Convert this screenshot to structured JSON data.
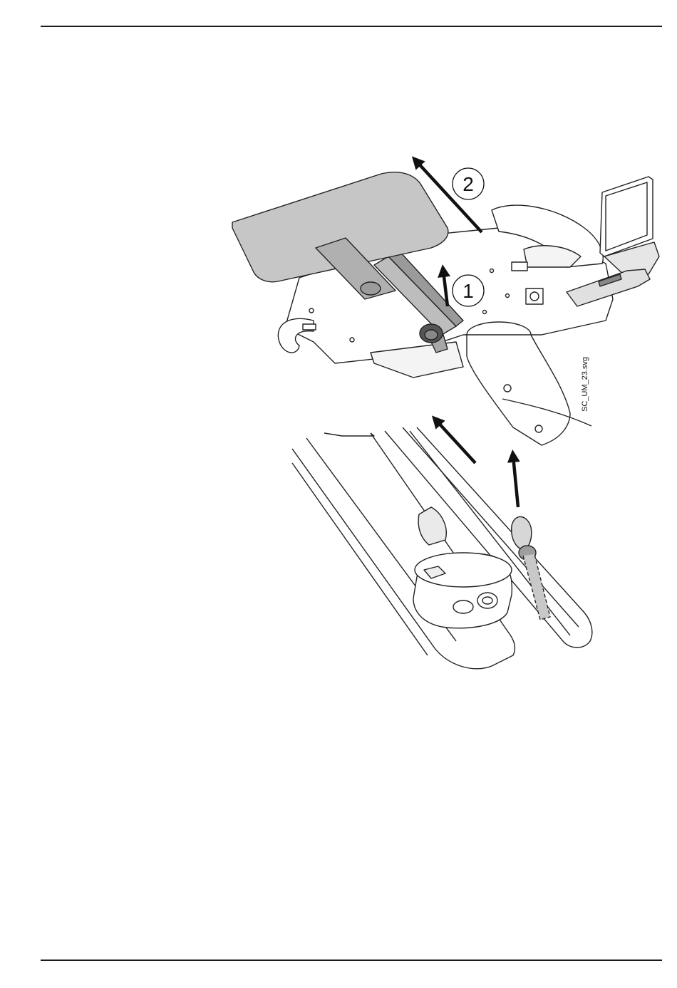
{
  "figure": {
    "callouts": [
      "1",
      "2"
    ],
    "figure_id": "SC_UM_23.svg"
  }
}
